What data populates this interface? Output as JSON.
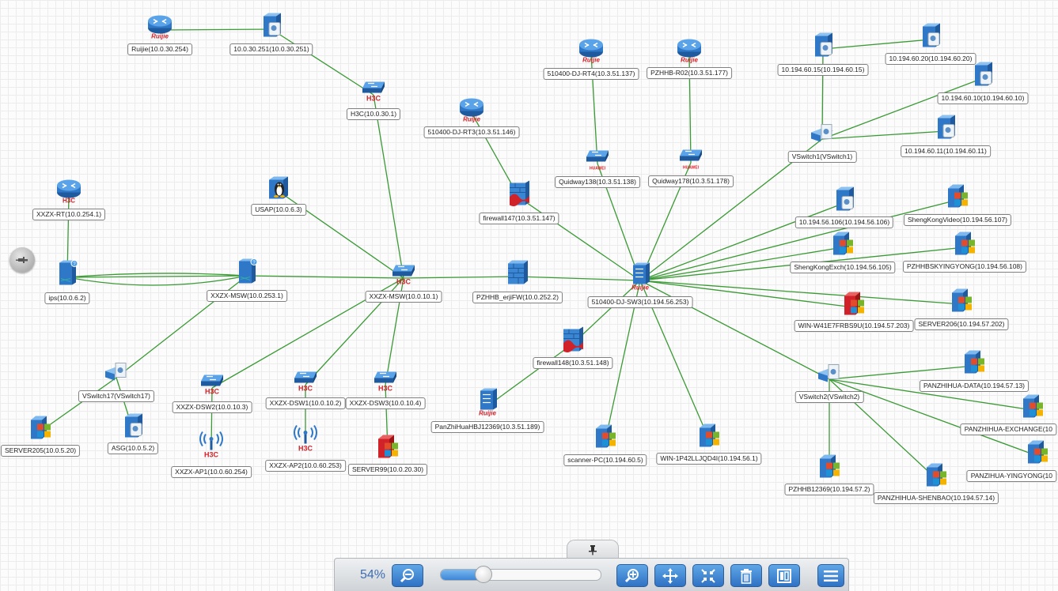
{
  "zoom": {
    "label": "54%",
    "level_fraction": 0.27
  },
  "toolbar": {
    "zoom_out_icon": "zoom-out-icon",
    "zoom_in_icon": "zoom-in-icon",
    "pan_icon": "move-icon",
    "fit_icon": "fit-to-screen-icon",
    "delete_icon": "trash-icon",
    "layout_icon": "layout-icon",
    "menu_icon": "menu-icon",
    "pin_icon": "pin-icon"
  },
  "colors": {
    "link": "#3a9a34",
    "ruijie": "#d12229",
    "h3c": "#d12229",
    "huawei": "#e31b23",
    "windows_red": "#e34c2a",
    "windows_green": "#78b52b",
    "windows_blue": "#1e90d6",
    "windows_yellow": "#f4b300"
  },
  "nodes": [
    {
      "id": "ruijie254",
      "label": "Ruijie(10.0.30.254)",
      "icon": "router",
      "brand": "Ruijie"
    },
    {
      "id": "s30251",
      "label": "10.0.30.251(10.0.30.251)",
      "icon": "server"
    },
    {
      "id": "h3c301",
      "label": "H3C(10.0.30.1)",
      "icon": "switch",
      "brand": "H3C"
    },
    {
      "id": "usap",
      "label": "USAP(10.0.6.3)",
      "icon": "linux"
    },
    {
      "id": "xxzxrt",
      "label": "XXZX-RT(10.0.254.1)",
      "icon": "router",
      "brand": "H3C"
    },
    {
      "id": "ips",
      "label": "ips(10.0.6.2)",
      "icon": "ips"
    },
    {
      "id": "msw2531",
      "label": "XXZX-MSW(10.0.253.1)",
      "icon": "ips"
    },
    {
      "id": "msw101",
      "label": "XXZX-MSW(10.0.10.1)",
      "icon": "switch",
      "brand": "H3C"
    },
    {
      "id": "vs17",
      "label": "VSwitch17(VSwitch17)",
      "icon": "vswitch"
    },
    {
      "id": "srv205",
      "label": "SERVER205(10.0.5.20)",
      "icon": "windows"
    },
    {
      "id": "asg",
      "label": "ASG(10.0.5.2)",
      "icon": "server"
    },
    {
      "id": "dsw2",
      "label": "XXZX-DSW2(10.0.10.3)",
      "icon": "switch",
      "brand": "H3C"
    },
    {
      "id": "ap1",
      "label": "XXZX-AP1(10.0.60.254)",
      "icon": "wireless",
      "brand": "H3C"
    },
    {
      "id": "dsw1",
      "label": "XXZX-DSW1(10.0.10.2)",
      "icon": "switch",
      "brand": "H3C"
    },
    {
      "id": "ap2",
      "label": "XXZX-AP2(10.0.60.253)",
      "icon": "wireless",
      "brand": "H3C"
    },
    {
      "id": "dsw3",
      "label": "XXZX-DSW3(10.0.10.4)",
      "icon": "switch",
      "brand": "H3C"
    },
    {
      "id": "srv99",
      "label": "SERVER99(10.0.20.30)",
      "icon": "windows-red"
    },
    {
      "id": "erjifw",
      "label": "PZHHB_erjiFW(10.0.252.2)",
      "icon": "firewall"
    },
    {
      "id": "rt3",
      "label": "510400-DJ-RT3(10.3.51.146)",
      "icon": "router",
      "brand": "Ruijie"
    },
    {
      "id": "fw147",
      "label": "firewall147(10.3.51.147)",
      "icon": "firewall-red"
    },
    {
      "id": "rt4",
      "label": "510400-DJ-RT4(10.3.51.137)",
      "icon": "router",
      "brand": "Ruijie"
    },
    {
      "id": "qw138",
      "label": "Quidway138(10.3.51.138)",
      "icon": "switch",
      "brand": "Huawei"
    },
    {
      "id": "r02",
      "label": "PZHHB-R02(10.3.51.177)",
      "icon": "router",
      "brand": "Ruijie"
    },
    {
      "id": "qw178",
      "label": "Quidway178(10.3.51.178)",
      "icon": "switch",
      "brand": "Huawei"
    },
    {
      "id": "sw3",
      "label": "510400-DJ-SW3(10.194.56.253)",
      "icon": "core-switch",
      "brand": "Ruijie"
    },
    {
      "id": "fw148",
      "label": "firewall148(10.3.51.148)",
      "icon": "firewall-red"
    },
    {
      "id": "pzhbj",
      "label": "PanZhiHuaHBJ12369(10.3.51.189)",
      "icon": "core-switch",
      "brand": "Ruijie"
    },
    {
      "id": "scanner",
      "label": "scanner-PC(10.194.60.5)",
      "icon": "windows"
    },
    {
      "id": "win1p",
      "label": "WIN-1P42LLJQD4I(10.194.56.1)",
      "icon": "windows"
    },
    {
      "id": "vs1",
      "label": "VSwitch1(VSwitch1)",
      "icon": "vswitch"
    },
    {
      "id": "h6015",
      "label": "10.194.60.15(10.194.60.15)",
      "icon": "server"
    },
    {
      "id": "h6020",
      "label": "10.194.60.20(10.194.60.20)",
      "icon": "server"
    },
    {
      "id": "h6010",
      "label": "10.194.60.10(10.194.60.10)",
      "icon": "server"
    },
    {
      "id": "h6011",
      "label": "10.194.60.11(10.194.60.11)",
      "icon": "server"
    },
    {
      "id": "h56106",
      "label": "10.194.56.106(10.194.56.106)",
      "icon": "server"
    },
    {
      "id": "skvideo",
      "label": "ShengKongVideo(10.194.56.107)",
      "icon": "windows"
    },
    {
      "id": "skexch",
      "label": "ShengKongExch(10.194.56.105)",
      "icon": "windows"
    },
    {
      "id": "pzhhbsky",
      "label": "PZHHBSKYINGYONG(10.194.56.108)",
      "icon": "windows"
    },
    {
      "id": "winw41",
      "label": "WIN-W41E7FRBS9U(10.194.57.203)",
      "icon": "windows-red"
    },
    {
      "id": "srv206",
      "label": "SERVER206(10.194.57.202)",
      "icon": "windows"
    },
    {
      "id": "vs2",
      "label": "VSwitch2(VSwitch2)",
      "icon": "vswitch"
    },
    {
      "id": "pzhdata",
      "label": "PANZHIHUA-DATA(10.194.57.13)",
      "icon": "windows"
    },
    {
      "id": "pzhexch",
      "label": "PANZHIHUA-EXCHANGE(10",
      "icon": "windows"
    },
    {
      "id": "pzhyy",
      "label": "PANZIHUA-YINGYONG(10",
      "icon": "windows"
    },
    {
      "id": "pzhhb12369",
      "label": "PZHHB12369(10.194.57.2)",
      "icon": "windows"
    },
    {
      "id": "pzhsb",
      "label": "PANZHIHUA-SHENBAO(10.194.57.14)",
      "icon": "windows"
    }
  ],
  "links": [
    [
      "ruijie254",
      "s30251"
    ],
    [
      "s30251",
      "h3c301"
    ],
    [
      "h3c301",
      "msw101"
    ],
    [
      "usap",
      "msw101"
    ],
    [
      "xxzxrt",
      "ips"
    ],
    [
      "ips",
      "msw2531"
    ],
    [
      "ips",
      "msw2531"
    ],
    [
      "ips",
      "msw2531"
    ],
    [
      "msw2531",
      "msw101"
    ],
    [
      "msw2531",
      "vs17"
    ],
    [
      "vs17",
      "srv205"
    ],
    [
      "vs17",
      "asg"
    ],
    [
      "msw101",
      "dsw2"
    ],
    [
      "msw101",
      "dsw1"
    ],
    [
      "msw101",
      "dsw3"
    ],
    [
      "dsw2",
      "ap1"
    ],
    [
      "dsw1",
      "ap2"
    ],
    [
      "dsw3",
      "srv99"
    ],
    [
      "msw101",
      "erjifw"
    ],
    [
      "erjifw",
      "sw3"
    ],
    [
      "rt3",
      "fw147"
    ],
    [
      "fw147",
      "sw3"
    ],
    [
      "rt4",
      "qw138"
    ],
    [
      "qw138",
      "sw3"
    ],
    [
      "r02",
      "qw178"
    ],
    [
      "qw178",
      "sw3"
    ],
    [
      "sw3",
      "fw148"
    ],
    [
      "fw148",
      "pzhbj"
    ],
    [
      "sw3",
      "scanner"
    ],
    [
      "sw3",
      "win1p"
    ],
    [
      "sw3",
      "vs1"
    ],
    [
      "vs1",
      "h6015"
    ],
    [
      "h6015",
      "h6020"
    ],
    [
      "vs1",
      "h6010"
    ],
    [
      "vs1",
      "h6011"
    ],
    [
      "sw3",
      "h56106"
    ],
    [
      "sw3",
      "skvideo"
    ],
    [
      "sw3",
      "skexch"
    ],
    [
      "sw3",
      "pzhhbsky"
    ],
    [
      "sw3",
      "winw41"
    ],
    [
      "sw3",
      "srv206"
    ],
    [
      "sw3",
      "vs2"
    ],
    [
      "vs2",
      "pzhdata"
    ],
    [
      "vs2",
      "pzhexch"
    ],
    [
      "vs2",
      "pzhyy"
    ],
    [
      "vs2",
      "pzhhb12369"
    ],
    [
      "vs2",
      "pzhsb"
    ]
  ]
}
